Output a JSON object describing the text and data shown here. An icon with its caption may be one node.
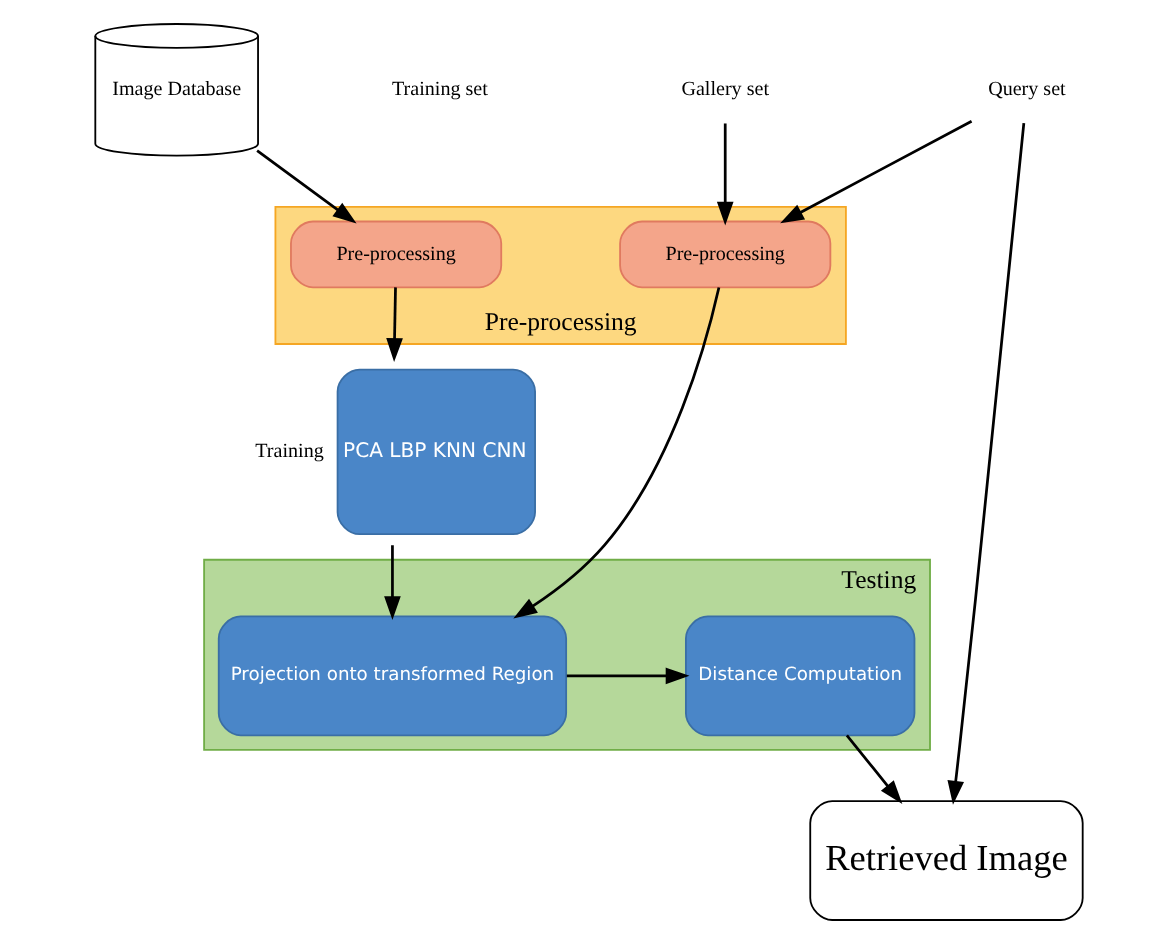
{
  "diagram": {
    "nodes": [
      {
        "text": [
          "Image Database"
        ]
      },
      {
        "text": [
          "Gallery set"
        ]
      },
      {
        "text": [
          "Query set"
        ]
      },
      {
        "text": [
          "Pre-processing"
        ]
      },
      {
        "text": [
          "Pre-processing"
        ],
        "in": 3
      },
      {
        "text": [
          "Pre-processing"
        ],
        "in": 3
      },
      {
        "text": [
          "PCA LBP KNN CNN"
        ],
        "beside": [
          "Training"
        ]
      },
      {
        "text": [
          "Testing"
        ]
      },
      {
        "text": [
          "Projection onto transformed Region"
        ],
        "in": 7
      },
      {
        "text": [
          "Distance Computation"
        ],
        "in": 7
      },
      {
        "text": [
          "Retrieved Image"
        ]
      }
    ],
    "edges": [
      {
        "from": 0,
        "to": 4,
        "arrow": "to"
      },
      {
        "from": 1,
        "to": 5,
        "arrow": "to"
      },
      {
        "from": 2,
        "to": 5,
        "arrow": "to"
      },
      {
        "from": 2,
        "to": 10,
        "arrow": "to"
      },
      {
        "from": 4,
        "to": 6,
        "arrow": "to"
      },
      {
        "from": 5,
        "to": 8,
        "arrow": "to"
      },
      {
        "from": 6,
        "to": 8,
        "arrow": "to"
      },
      {
        "from": 8,
        "to": 9,
        "arrow": "to"
      },
      {
        "from": 9,
        "to": 10,
        "arrow": "to"
      }
    ],
    "labels": [
      "Training set"
    ]
  }
}
